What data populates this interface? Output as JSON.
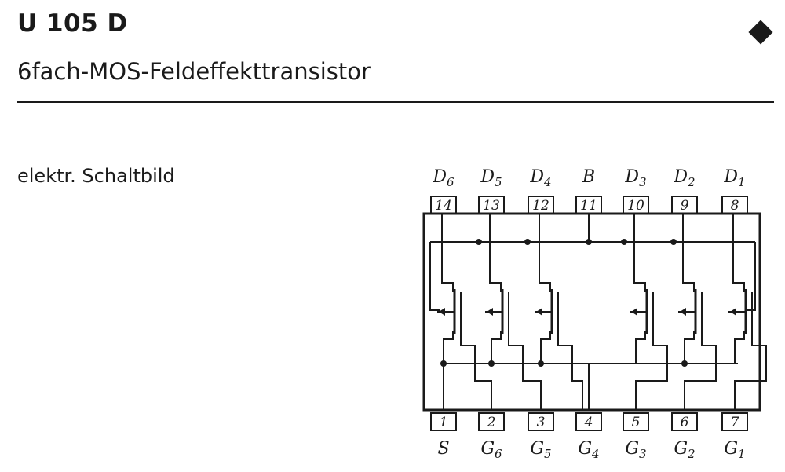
{
  "header": {
    "part_number": "U 105 D",
    "description": "6fach-MOS-Feldeffekttransistor",
    "marker_icon": "diamond-icon"
  },
  "section": {
    "label": "elektr. Schaltbild"
  },
  "diagram": {
    "top_pins": [
      {
        "num": "14",
        "main": "D",
        "sub": "6"
      },
      {
        "num": "13",
        "main": "D",
        "sub": "5"
      },
      {
        "num": "12",
        "main": "D",
        "sub": "4"
      },
      {
        "num": "11",
        "main": "B",
        "sub": ""
      },
      {
        "num": "10",
        "main": "D",
        "sub": "3"
      },
      {
        "num": "9",
        "main": "D",
        "sub": "2"
      },
      {
        "num": "8",
        "main": "D",
        "sub": "1"
      }
    ],
    "bottom_pins": [
      {
        "num": "1",
        "main": "S",
        "sub": ""
      },
      {
        "num": "2",
        "main": "G",
        "sub": "6"
      },
      {
        "num": "3",
        "main": "G",
        "sub": "5"
      },
      {
        "num": "4",
        "main": "G",
        "sub": "4"
      },
      {
        "num": "5",
        "main": "G",
        "sub": "3"
      },
      {
        "num": "6",
        "main": "G",
        "sub": "2"
      },
      {
        "num": "7",
        "main": "G",
        "sub": "1"
      }
    ]
  }
}
